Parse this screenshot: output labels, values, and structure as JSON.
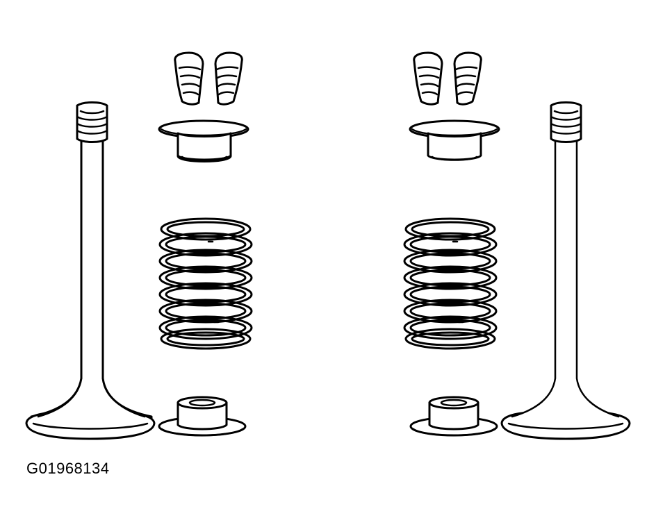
{
  "figure": {
    "id_label": "G01968134"
  },
  "colors": {
    "line": "#000000",
    "fill": "#ffffff"
  },
  "parts": {
    "left_set": [
      "valve",
      "valve-keepers",
      "spring-retainer",
      "valve-spring",
      "spring-seat"
    ],
    "right_set": [
      "valve",
      "valve-keepers",
      "spring-retainer",
      "valve-spring",
      "spring-seat"
    ]
  }
}
